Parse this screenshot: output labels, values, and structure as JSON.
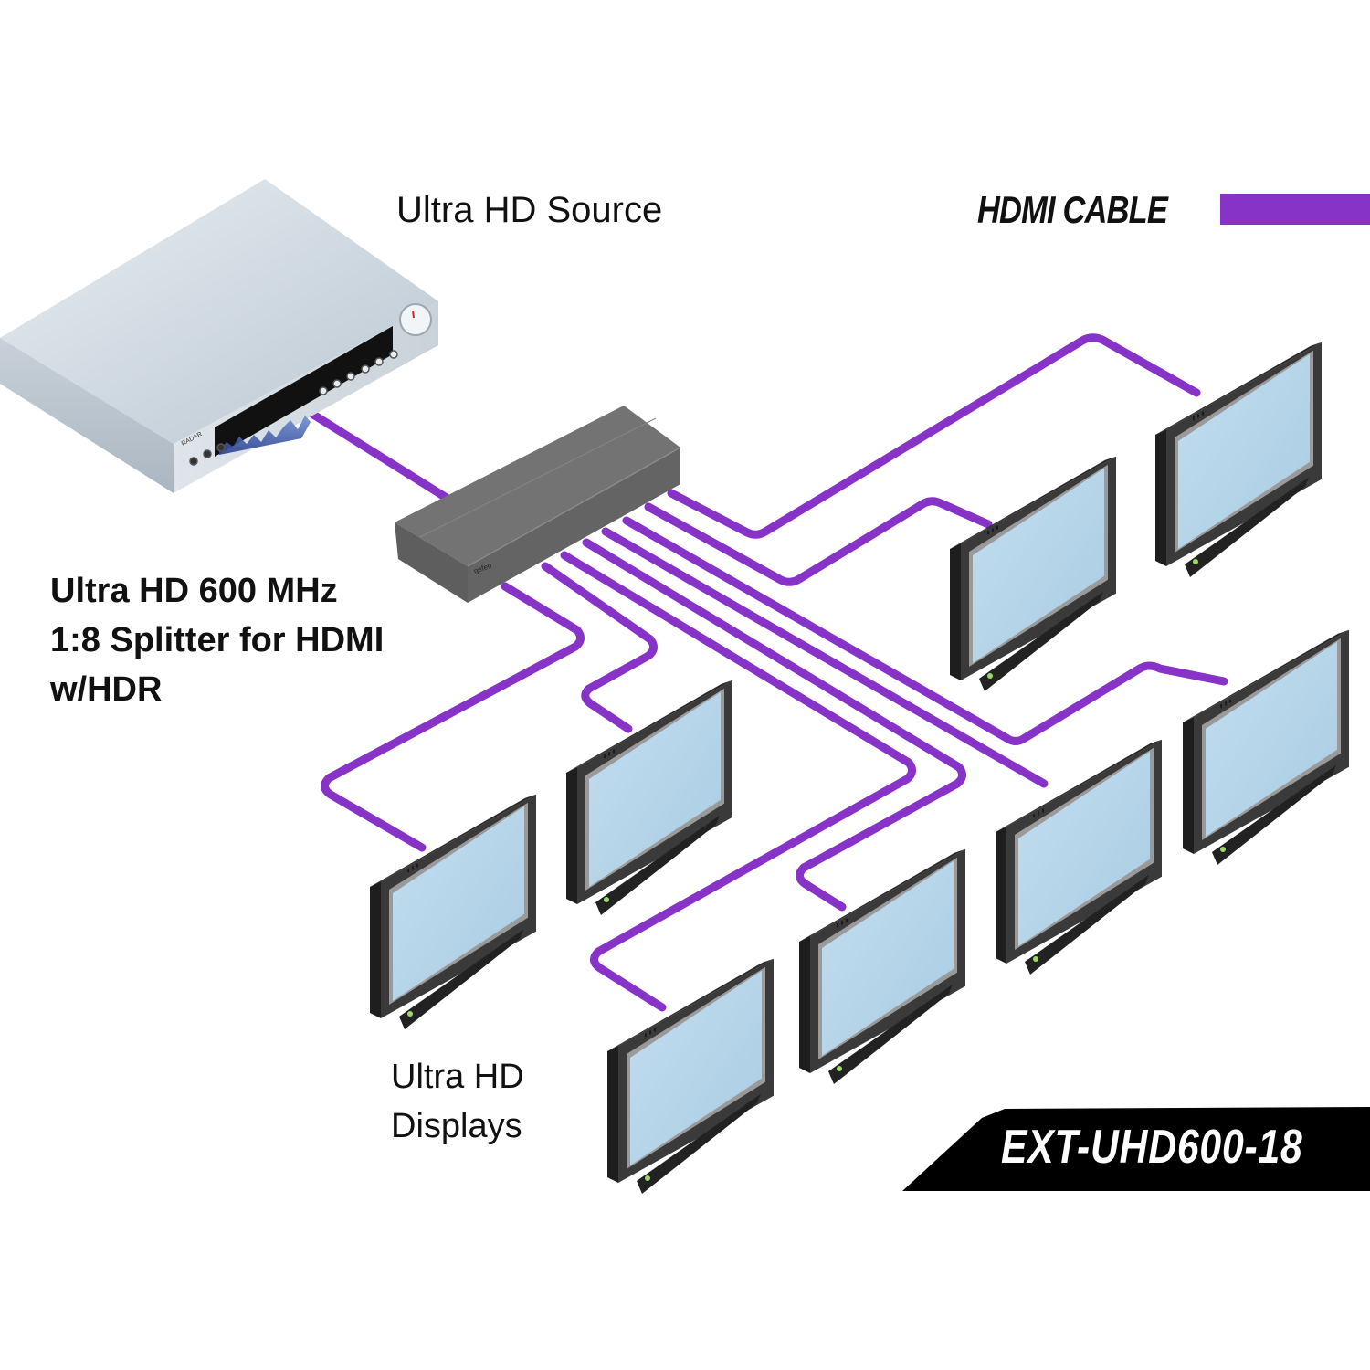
{
  "title": "EXT-UHD600-18 connection diagram",
  "labels": {
    "source": "Ultra HD Source",
    "splitter_lines": [
      "Ultra HD 600 MHz",
      "1:8 Splitter for HDMI",
      "w/HDR"
    ],
    "displays_lines": [
      "Ultra HD",
      "Displays"
    ]
  },
  "legend": {
    "text": "HDMI CABLE",
    "color": "#8833c8"
  },
  "model": "EXT-UHD600-18",
  "devices": {
    "source": {
      "name": "Ultra HD Source",
      "icon": "av-receiver-icon"
    },
    "splitter": {
      "name": "1:8 Splitter for HDMI",
      "icon": "splitter-icon",
      "outputs": 8
    },
    "displays": [
      {
        "id": 1,
        "icon": "monitor-icon"
      },
      {
        "id": 2,
        "icon": "monitor-icon"
      },
      {
        "id": 3,
        "icon": "monitor-icon"
      },
      {
        "id": 4,
        "icon": "monitor-icon"
      },
      {
        "id": 5,
        "icon": "monitor-icon"
      },
      {
        "id": 6,
        "icon": "monitor-icon"
      },
      {
        "id": 7,
        "icon": "monitor-icon"
      },
      {
        "id": 8,
        "icon": "monitor-icon"
      }
    ]
  },
  "colors": {
    "cable": "#8833c8",
    "screen": "#b4d4e6",
    "bezel": "#3a3a3a",
    "splitter": "#6b6b6b",
    "source_body": "#d6dde4"
  }
}
